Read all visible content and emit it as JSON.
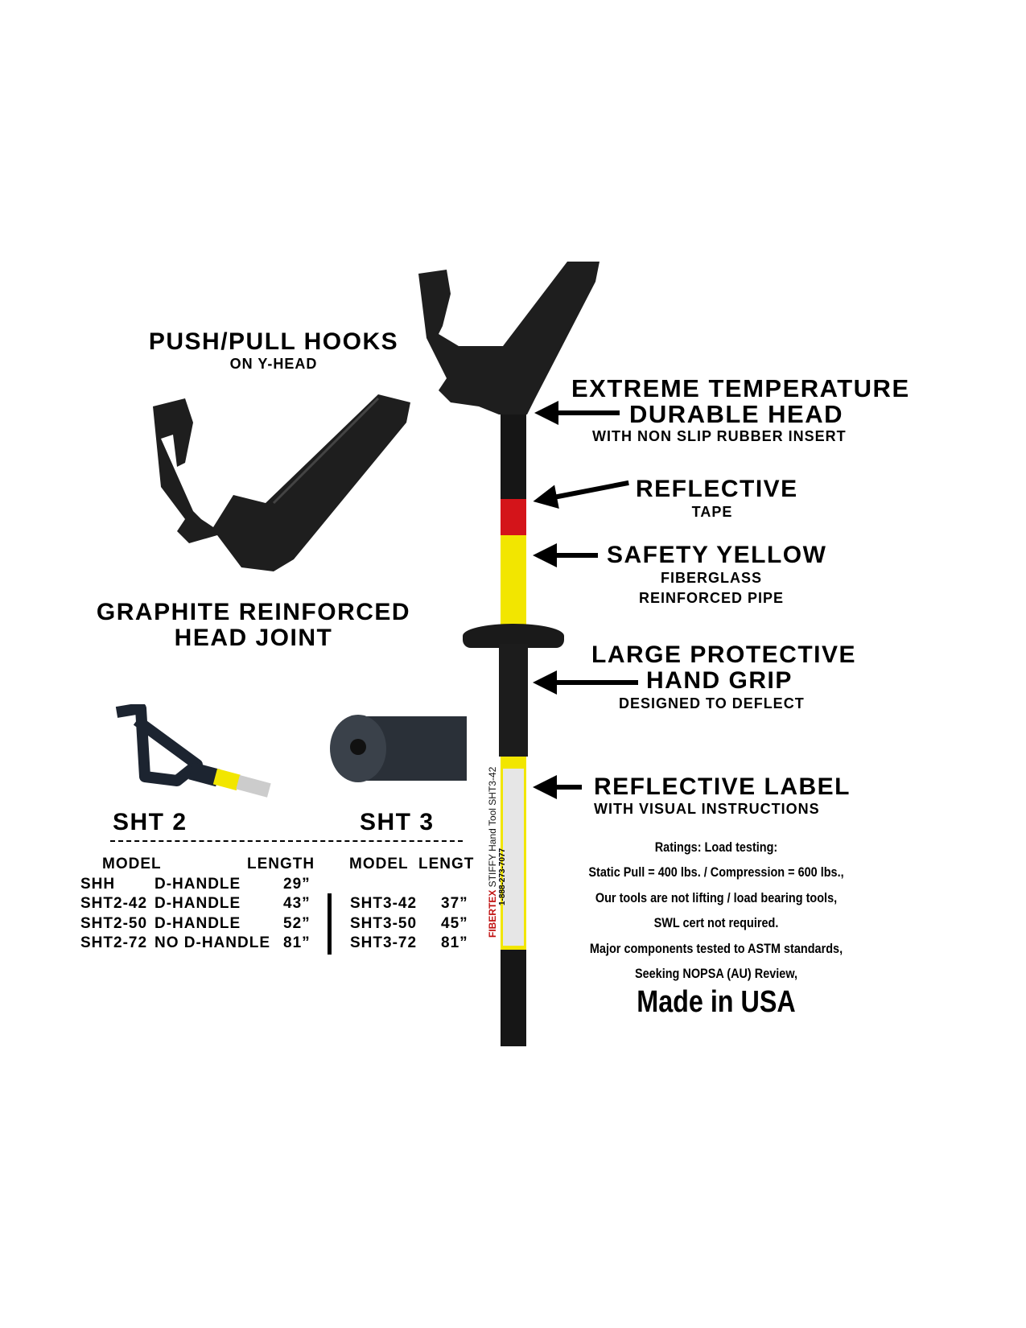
{
  "left": {
    "hooks_title": "PUSH/PULL HOOKS",
    "hooks_sub": "ON Y-HEAD",
    "joint_title_1": "GRAPHITE REINFORCED",
    "joint_title_2": "HEAD JOINT",
    "sht2": "SHT 2",
    "sht3": "SHT 3",
    "divider": "——————————————————————————————"
  },
  "table": {
    "sht2_headers": [
      "MODEL",
      "LENGTH"
    ],
    "sht3_headers": [
      "MODEL",
      "LENGT"
    ],
    "sht2_rows": [
      {
        "model": "SHH",
        "type": "D-HANDLE",
        "length": "29”"
      },
      {
        "model": "SHT2-42",
        "type": "D-HANDLE",
        "length": "43”"
      },
      {
        "model": "SHT2-50",
        "type": "D-HANDLE",
        "length": "52”"
      },
      {
        "model": "SHT2-72",
        "type": "NO D-HANDLE",
        "length": "81”"
      }
    ],
    "sht3_rows": [
      {
        "model": "SHT3-42",
        "length": "37”"
      },
      {
        "model": "SHT3-50",
        "length": "45”"
      },
      {
        "model": "SHT3-72",
        "length": "81”"
      }
    ]
  },
  "callouts": {
    "head_1": "EXTREME TEMPERATURE",
    "head_2": "DURABLE HEAD",
    "head_sub": "WITH NON SLIP RUBBER INSERT",
    "tape": "REFLECTIVE",
    "tape_sub": "TAPE",
    "yellow": "SAFETY YELLOW",
    "yellow_sub_1": "FIBERGLASS",
    "yellow_sub_2": "REINFORCED PIPE",
    "grip_1": "LARGE PROTECTIVE",
    "grip_2": "HAND GRIP",
    "grip_sub": "DESIGNED TO DEFLECT",
    "label": "REFLECTIVE LABEL",
    "label_sub": "WITH VISUAL INSTRUCTIONS"
  },
  "ratings": [
    "Ratings: Load testing:",
    "Static Pull = 400 lbs. / Compression = 600 lbs.,",
    "Our tools are not lifting / load bearing tools,",
    "SWL cert not required.",
    "Major components tested to ASTM standards,",
    "Seeking NOPSA (AU) Review,"
  ],
  "made_in": "Made in USA",
  "pole_label": {
    "brand": "FIBERTEX",
    "product": "STIFFY Hand Tool SHT3-42",
    "phone": "1-888-273-7077"
  },
  "colors": {
    "yellow": "#f2e600",
    "red": "#d4141a",
    "black": "#141414"
  }
}
